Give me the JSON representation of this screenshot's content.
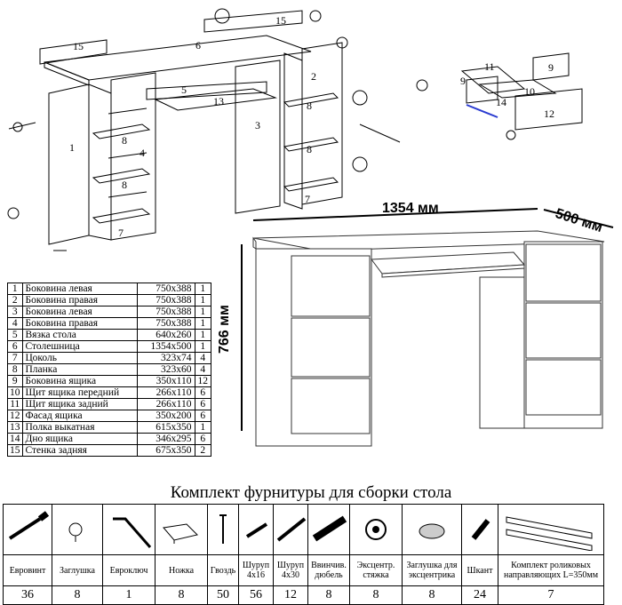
{
  "exploded_view": {
    "part_numbers": [
      "1",
      "2",
      "3",
      "4",
      "5",
      "6",
      "7",
      "8",
      "9",
      "10",
      "11",
      "12",
      "13",
      "14",
      "15"
    ]
  },
  "dimensions": {
    "width": "1354 мм",
    "depth": "500 мм",
    "height": "766 мм"
  },
  "parts_table": [
    {
      "n": "1",
      "name": "Боковина левая",
      "size": "750х388",
      "qty": "1"
    },
    {
      "n": "2",
      "name": "Боковина правая",
      "size": "750х388",
      "qty": "1"
    },
    {
      "n": "3",
      "name": "Боковина левая",
      "size": "750х388",
      "qty": "1"
    },
    {
      "n": "4",
      "name": "Боковина правая",
      "size": "750х388",
      "qty": "1"
    },
    {
      "n": "5",
      "name": "Вязка стола",
      "size": "640х260",
      "qty": "1"
    },
    {
      "n": "6",
      "name": "Столешница",
      "size": "1354х500",
      "qty": "1"
    },
    {
      "n": "7",
      "name": "Цоколь",
      "size": "323х74",
      "qty": "4"
    },
    {
      "n": "8",
      "name": "Планка",
      "size": "323х60",
      "qty": "4"
    },
    {
      "n": "9",
      "name": "Боковина ящика",
      "size": "350х110",
      "qty": "12"
    },
    {
      "n": "10",
      "name": "Щит ящика передний",
      "size": "266х110",
      "qty": "6"
    },
    {
      "n": "11",
      "name": "Щит ящика задний",
      "size": "266х110",
      "qty": "6"
    },
    {
      "n": "12",
      "name": "Фасад ящика",
      "size": "350х200",
      "qty": "6"
    },
    {
      "n": "13",
      "name": "Полка выкатная",
      "size": "615х350",
      "qty": "1"
    },
    {
      "n": "14",
      "name": "Дно ящика",
      "size": "346х295",
      "qty": "6"
    },
    {
      "n": "15",
      "name": "Стенка задняя",
      "size": "675х350",
      "qty": "2"
    }
  ],
  "kit": {
    "title": "Комплект фурнитуры для сборки стола",
    "items": [
      {
        "label": "Евровинт",
        "count": "36",
        "icon": "eurovint-icon"
      },
      {
        "label": "Заглушка",
        "count": "8",
        "icon": "plug-icon"
      },
      {
        "label": "Евроключ",
        "count": "1",
        "icon": "hex-key-icon"
      },
      {
        "label": "Ножка",
        "count": "8",
        "icon": "leg-icon"
      },
      {
        "label": "Гвоздь",
        "count": "50",
        "icon": "nail-icon"
      },
      {
        "label": "Шуруп 4х16",
        "count": "56",
        "icon": "screw-short-icon"
      },
      {
        "label": "Шуруп 4х30",
        "count": "12",
        "icon": "screw-long-icon"
      },
      {
        "label": "Ввинчив. дюбель",
        "count": "8",
        "icon": "dowel-icon"
      },
      {
        "label": "Эксцентр. стяжка",
        "count": "8",
        "icon": "cam-lock-icon"
      },
      {
        "label": "Заглушка для эксцентрика",
        "count": "8",
        "icon": "cam-cap-icon"
      },
      {
        "label": "Шкант",
        "count": "24",
        "icon": "wood-dowel-icon"
      },
      {
        "label": "Комплект роликовых направляющих L=350мм",
        "count": "7",
        "icon": "drawer-slide-icon"
      }
    ]
  }
}
